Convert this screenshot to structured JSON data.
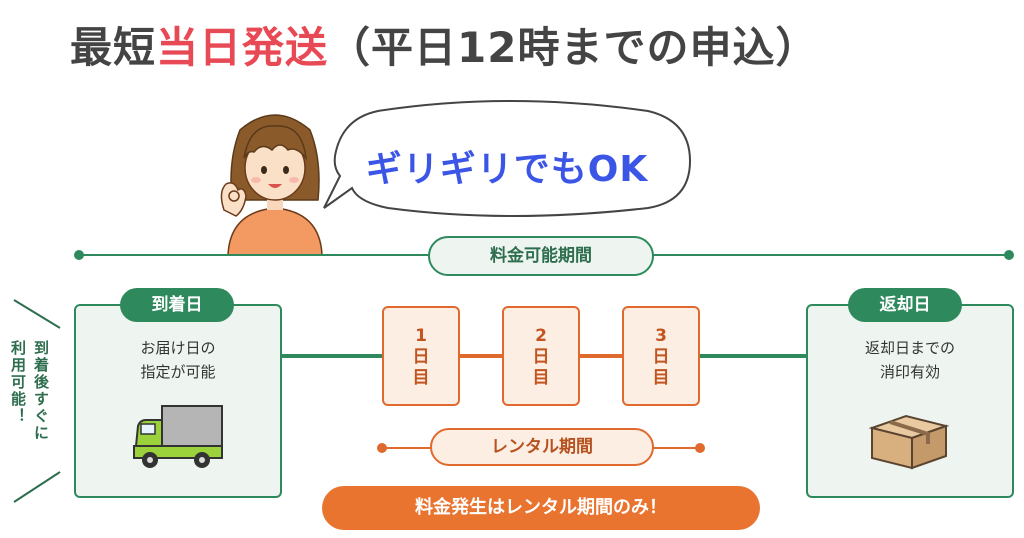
{
  "title": {
    "part1": "最短",
    "highlight": "当日発送",
    "part2": "（平日12時までの申込）"
  },
  "speech": {
    "text": "ギリギリでもOK"
  },
  "periods": {
    "fee_period": "料金可能期間",
    "rental_period": "レンタル期間",
    "fee_note": "料金発生はレンタル期間のみ！"
  },
  "side_note": {
    "col1": "到着後すぐに",
    "col2": "利用可能！"
  },
  "arrival": {
    "tag": "到着日",
    "line1": "お届け日の",
    "line2": "指定が可能",
    "icon": "truck-icon"
  },
  "return": {
    "tag": "返却日",
    "line1": "返却日までの",
    "line2": "消印有効",
    "icon": "box-icon"
  },
  "days": [
    {
      "num": "1",
      "c1": "日",
      "c2": "目"
    },
    {
      "num": "2",
      "c1": "日",
      "c2": "目"
    },
    {
      "num": "3",
      "c1": "日",
      "c2": "目"
    }
  ],
  "colors": {
    "green": "#2e8a5c",
    "orange": "#e06a2e",
    "title_highlight": "#e84a55",
    "speech": "#3b55e6"
  }
}
